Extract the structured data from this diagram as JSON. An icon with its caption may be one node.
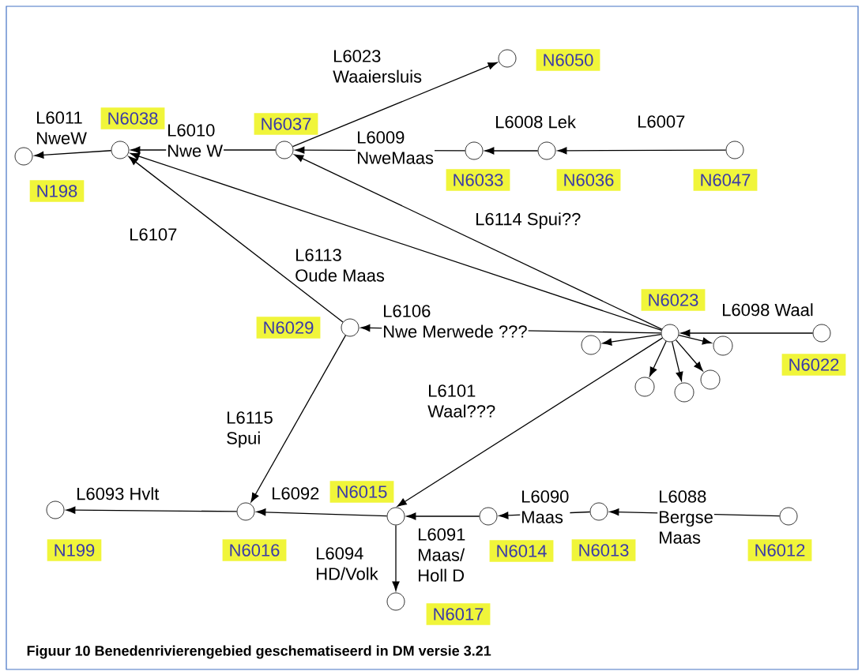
{
  "diagram": {
    "caption": "Figuur 10 Benedenrivierengebied geschematiseerd in DM versie 3.21",
    "nodes": [
      {
        "text": [],
        "shape": "circle",
        "beside": [
          "N6050"
        ]
      },
      {
        "text": [],
        "shape": "circle",
        "beside": [
          "N6038"
        ]
      },
      {
        "text": [],
        "shape": "circle",
        "beside": [
          "N6037"
        ]
      },
      {
        "text": [],
        "shape": "circle",
        "beside": [
          "N198"
        ]
      },
      {
        "text": [],
        "shape": "circle",
        "beside": [
          "N6033"
        ]
      },
      {
        "text": [],
        "shape": "circle",
        "beside": [
          "N6036"
        ]
      },
      {
        "text": [],
        "shape": "circle",
        "beside": [
          "N6047"
        ]
      },
      {
        "text": [],
        "shape": "circle",
        "beside": [
          "N6023"
        ]
      },
      {
        "text": [],
        "shape": "circle",
        "beside": [
          "N6029"
        ]
      },
      {
        "text": [],
        "shape": "circle",
        "beside": [
          "N6022"
        ]
      },
      {
        "text": [],
        "shape": "circle"
      },
      {
        "text": [],
        "shape": "circle"
      },
      {
        "text": [],
        "shape": "circle"
      },
      {
        "text": [],
        "shape": "circle"
      },
      {
        "text": [],
        "shape": "circle"
      },
      {
        "text": [],
        "shape": "circle",
        "beside": [
          "N199"
        ]
      },
      {
        "text": [],
        "shape": "circle",
        "beside": [
          "N6016"
        ]
      },
      {
        "text": [],
        "shape": "circle",
        "beside": [
          "N6015"
        ]
      },
      {
        "text": [],
        "shape": "circle",
        "beside": [
          "N6014"
        ]
      },
      {
        "text": [],
        "shape": "circle",
        "beside": [
          "N6013"
        ]
      },
      {
        "text": [],
        "shape": "circle",
        "beside": [
          "N6012"
        ]
      },
      {
        "text": [],
        "shape": "circle",
        "beside": [
          "N6017"
        ]
      }
    ],
    "edges": [
      {
        "from": 1,
        "to": 3,
        "arrow": "to",
        "label": "L6011 NweW"
      },
      {
        "from": 2,
        "to": 1,
        "arrow": "to",
        "label": "L6010 Nwe W"
      },
      {
        "from": 2,
        "to": 0,
        "arrow": "to",
        "label": "L6023 Waaiersluis"
      },
      {
        "from": 4,
        "to": 2,
        "arrow": "to",
        "label": "L6009 NweMaas"
      },
      {
        "from": 5,
        "to": 4,
        "arrow": "to",
        "label": "L6008 Lek"
      },
      {
        "from": 6,
        "to": 5,
        "arrow": "to",
        "label": "L6007"
      },
      {
        "from": 7,
        "to": 1,
        "arrow": "to",
        "label": "L6113 Oude Maas"
      },
      {
        "from": 7,
        "to": 2,
        "arrow": "to",
        "label": "L6114 Spui??"
      },
      {
        "from": 8,
        "to": 1,
        "arrow": "to",
        "label": "L6107"
      },
      {
        "from": 7,
        "to": 8,
        "arrow": "to",
        "label": "L6106 Nwe Merwede ???"
      },
      {
        "from": 9,
        "to": 7,
        "arrow": "to",
        "label": "L6098 Waal"
      },
      {
        "from": 7,
        "to": 10,
        "arrow": "to"
      },
      {
        "from": 7,
        "to": 11,
        "arrow": "to"
      },
      {
        "from": 7,
        "to": 12,
        "arrow": "to"
      },
      {
        "from": 7,
        "to": 13,
        "arrow": "to"
      },
      {
        "from": 7,
        "to": 14,
        "arrow": "to"
      },
      {
        "from": 8,
        "to": 16,
        "arrow": "to",
        "label": "L6115 Spui"
      },
      {
        "from": 7,
        "to": 17,
        "arrow": "to",
        "label": "L6101 Waal???"
      },
      {
        "from": 16,
        "to": 15,
        "arrow": "to",
        "label": "L6093 Hvlt"
      },
      {
        "from": 17,
        "to": 16,
        "arrow": "to",
        "label": "L6092"
      },
      {
        "from": 18,
        "to": 17,
        "arrow": "to",
        "label": "L6091 Maas/ Holl D"
      },
      {
        "from": 19,
        "to": 18,
        "arrow": "to",
        "label": "L6090 Maas"
      },
      {
        "from": 20,
        "to": 19,
        "arrow": "to",
        "label": "L6088 Bergse Maas"
      },
      {
        "from": 17,
        "to": 21,
        "arrow": "to",
        "label": "L6094 HD/Volk"
      }
    ]
  }
}
